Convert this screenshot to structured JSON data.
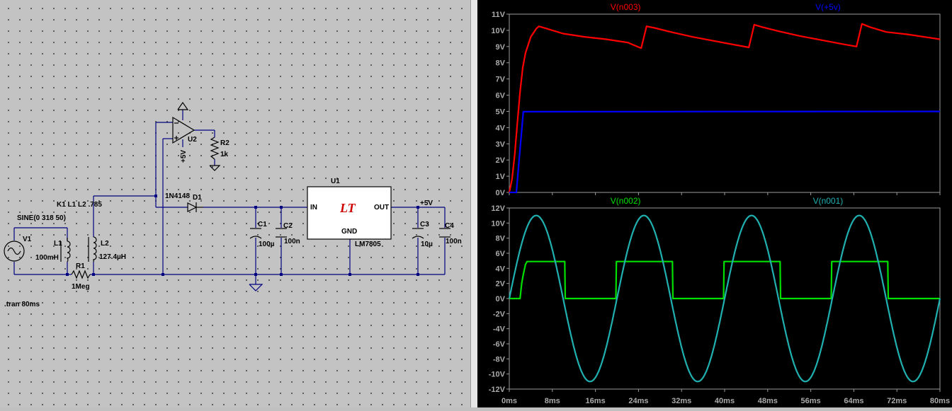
{
  "schematic": {
    "components": {
      "v1_name": "V1",
      "v1_value": "SINE(0 318 50)",
      "l1_name": "L1",
      "l1_value": "100mH",
      "l2_name": "L2",
      "l2_value": "127.4µH",
      "k_directive": "K1 L1 L2 .785",
      "r1_name": "R1",
      "r1_value": "1Meg",
      "d1_model": "1N4148",
      "d1_name": "D1",
      "u2_name": "U2",
      "u2_supply": "+5V",
      "r2_name": "R2",
      "r2_value": "1k",
      "u1_name": "U1",
      "u1_in": "IN",
      "u1_out": "OUT",
      "u1_gnd": "GND",
      "u1_part": "LM7805",
      "u1_logo": "LT",
      "c1_name": "C1",
      "c1_value": "100µ",
      "c2_name": "C2",
      "c2_value": "100n",
      "c3_name": "C3",
      "c3_value": "10µ",
      "c4_name": "C4",
      "c4_value": "100n",
      "out_net": "+5V"
    },
    "directive": ".tran 80ms"
  },
  "chart_data": [
    {
      "type": "line",
      "title": "",
      "xlabel": "",
      "ylabel": "",
      "xlim": [
        0,
        80
      ],
      "ylim": [
        0,
        11
      ],
      "grid": false,
      "y_ticks": [
        "0V",
        "1V",
        "2V",
        "3V",
        "4V",
        "5V",
        "6V",
        "7V",
        "8V",
        "9V",
        "10V",
        "11V"
      ],
      "y_tick_values": [
        0,
        1,
        2,
        3,
        4,
        5,
        6,
        7,
        8,
        9,
        10,
        11
      ],
      "series": [
        {
          "name": "V(n003)",
          "color": "#ff0000",
          "x": [
            0,
            0.5,
            1,
            1.5,
            2,
            2.5,
            3,
            4,
            5,
            5.5,
            7,
            10,
            14,
            18,
            22,
            24.5,
            25.5,
            27,
            30,
            34,
            38,
            42,
            44.5,
            45.5,
            47,
            50,
            54,
            58,
            62,
            64.5,
            65.5,
            67,
            70,
            74,
            78,
            80
          ],
          "y": [
            0,
            0.8,
            2.3,
            4.3,
            6.2,
            7.7,
            8.6,
            9.6,
            10.1,
            10.25,
            10.1,
            9.8,
            9.6,
            9.45,
            9.25,
            8.9,
            10.25,
            10.15,
            9.9,
            9.6,
            9.35,
            9.1,
            8.95,
            10.35,
            10.2,
            9.95,
            9.65,
            9.4,
            9.15,
            9.0,
            10.4,
            10.2,
            9.9,
            9.75,
            9.55,
            9.45
          ]
        },
        {
          "name": "V(+5v)",
          "color": "#0000ff",
          "x": [
            0,
            1.3,
            1.7,
            2.6,
            80
          ],
          "y": [
            0,
            0,
            1.5,
            4.98,
            5
          ]
        }
      ]
    },
    {
      "type": "line",
      "title": "",
      "xlabel": "",
      "ylabel": "",
      "xlim": [
        0,
        80
      ],
      "ylim": [
        -12,
        12
      ],
      "grid": false,
      "x_ticks": [
        "0ms",
        "8ms",
        "16ms",
        "24ms",
        "32ms",
        "40ms",
        "48ms",
        "56ms",
        "64ms",
        "72ms",
        "80ms"
      ],
      "x_tick_values": [
        0,
        8,
        16,
        24,
        32,
        40,
        48,
        56,
        64,
        72,
        80
      ],
      "y_ticks": [
        "-12V",
        "-10V",
        "-8V",
        "-6V",
        "-4V",
        "-2V",
        "0V",
        "2V",
        "4V",
        "6V",
        "8V",
        "10V",
        "12V"
      ],
      "y_tick_values": [
        -12,
        -10,
        -8,
        -6,
        -4,
        -2,
        0,
        2,
        4,
        6,
        8,
        10,
        12
      ],
      "series": [
        {
          "name": "V(n002)",
          "color": "#00e000",
          "x": [
            0,
            2.0,
            2.3,
            2.6,
            3.0,
            3.3,
            10.3,
            10.4,
            19.8,
            19.9,
            30.3,
            30.4,
            39.8,
            39.9,
            50.3,
            50.4,
            59.8,
            59.9,
            70.3,
            70.4,
            80
          ],
          "y": [
            0,
            0,
            2.0,
            3.2,
            4.5,
            4.9,
            4.9,
            0,
            0,
            4.9,
            4.9,
            0,
            0,
            4.9,
            4.9,
            0,
            0,
            4.9,
            4.9,
            0,
            0
          ]
        },
        {
          "name": "V(n001)",
          "color": "#20b0b0",
          "amplitude": 11.0,
          "frequency_hz": 50,
          "phase": "sine",
          "x": [
            0,
            5,
            10,
            15,
            20,
            25,
            30,
            35,
            40,
            45,
            50,
            55,
            60,
            65,
            70,
            75,
            80
          ],
          "y": [
            0,
            11,
            0,
            -11,
            0,
            11,
            0,
            -11,
            0,
            11,
            0,
            -11,
            0,
            11,
            0,
            -11,
            0
          ]
        }
      ]
    }
  ]
}
